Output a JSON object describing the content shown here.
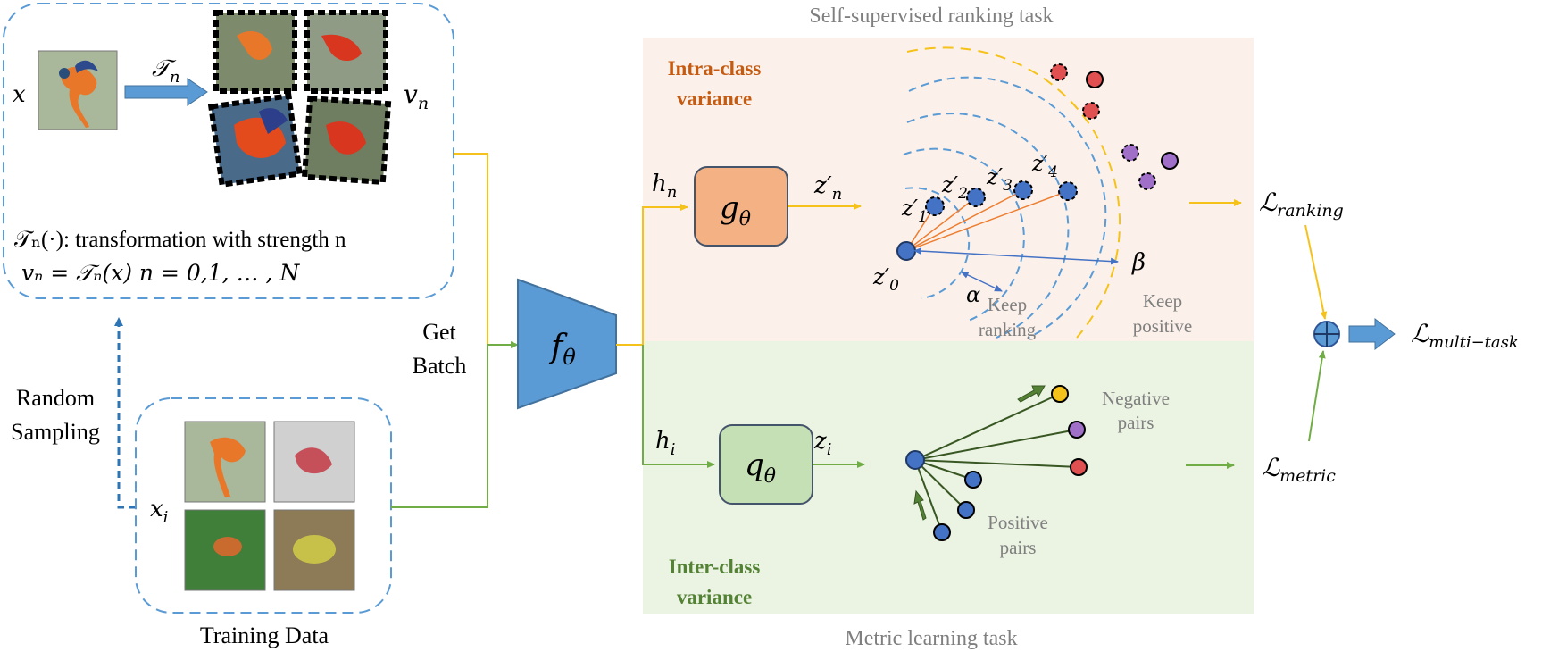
{
  "titles": {
    "top": "Self-supervised ranking task",
    "bottom": "Metric learning task"
  },
  "transform_box": {
    "x_label": "x",
    "t_label": "𝒯",
    "t_sub": "n",
    "v_label": "v",
    "v_sub": "n",
    "desc_line1": "𝒯ₙ(·): transformation with strength n",
    "desc_line2": "vₙ = 𝒯ₙ(x)    n = 0,1, … , N"
  },
  "left": {
    "random_sampling_line1": "Random",
    "random_sampling_line2": "Sampling",
    "get_batch_line1": "Get",
    "get_batch_line2": "Batch",
    "xi_label": "x",
    "xi_sub": "i",
    "training_data": "Training Data"
  },
  "encoder": {
    "label": "f",
    "sub": "θ"
  },
  "ranking": {
    "intra_line1": "Intra-class",
    "intra_line2": "variance",
    "h_label": "h",
    "h_sub": "n",
    "g_label": "g",
    "g_sub": "θ",
    "z_label": "z′",
    "z_sub": "n",
    "points": [
      {
        "label": "z′",
        "sub": "0"
      },
      {
        "label": "z′",
        "sub": "1"
      },
      {
        "label": "z′",
        "sub": "2"
      },
      {
        "label": "z′",
        "sub": "3"
      },
      {
        "label": "z′",
        "sub": "4"
      }
    ],
    "alpha": "α",
    "beta": "β",
    "keep_ranking_line1": "Keep",
    "keep_ranking_line2": "ranking",
    "keep_positive_line1": "Keep",
    "keep_positive_line2": "positive"
  },
  "metric": {
    "inter_line1": "Inter-class",
    "inter_line2": "variance",
    "h_label": "h",
    "h_sub": "i",
    "q_label": "q",
    "q_sub": "θ",
    "z_label": "z",
    "z_sub": "i",
    "negative_line1": "Negative",
    "negative_line2": "pairs",
    "positive_line1": "Positive",
    "positive_line2": "pairs"
  },
  "losses": {
    "ranking_main": "ℒ",
    "ranking_sub": "ranking",
    "metric_main": "ℒ",
    "metric_sub": "metric",
    "multi_main": "ℒ",
    "multi_sub": "multi−task"
  },
  "colors": {
    "yellow": "#f5c21b",
    "green": "#70ad47",
    "blue_dash": "#5b9bd5",
    "node_blue": "#4472c4",
    "node_red": "#e05050",
    "node_purple": "#a070c8",
    "intra_text": "#c55a11",
    "inter_text": "#548235",
    "ranking_bg": "#fcf1ea",
    "metric_bg": "#ebf3e2",
    "g_box": "#f4b183",
    "q_box": "#c5e0b4",
    "encoder": "#5b9bd5"
  }
}
